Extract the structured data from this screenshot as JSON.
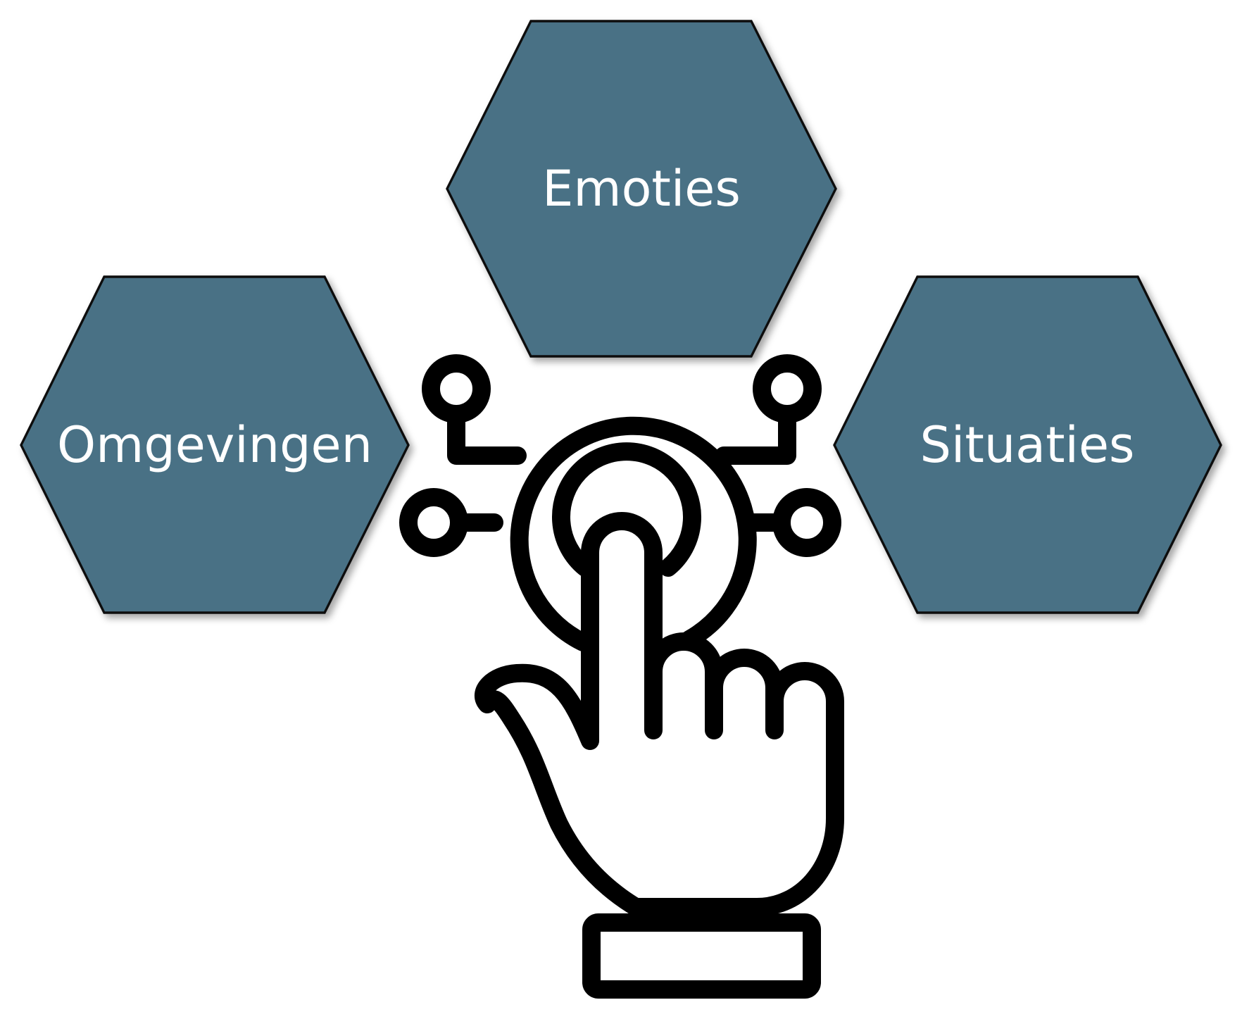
{
  "diagram": {
    "hexagons": [
      {
        "id": "emoties",
        "label": "Emoties"
      },
      {
        "id": "omgevingen",
        "label": "Omgevingen"
      },
      {
        "id": "situaties",
        "label": "Situaties"
      }
    ],
    "center_icon": "touch-hand-icon",
    "colors": {
      "hex_fill": "#4a7185",
      "hex_stroke": "#111111",
      "label": "#ffffff",
      "icon": "#000000",
      "background": "#ffffff"
    }
  }
}
